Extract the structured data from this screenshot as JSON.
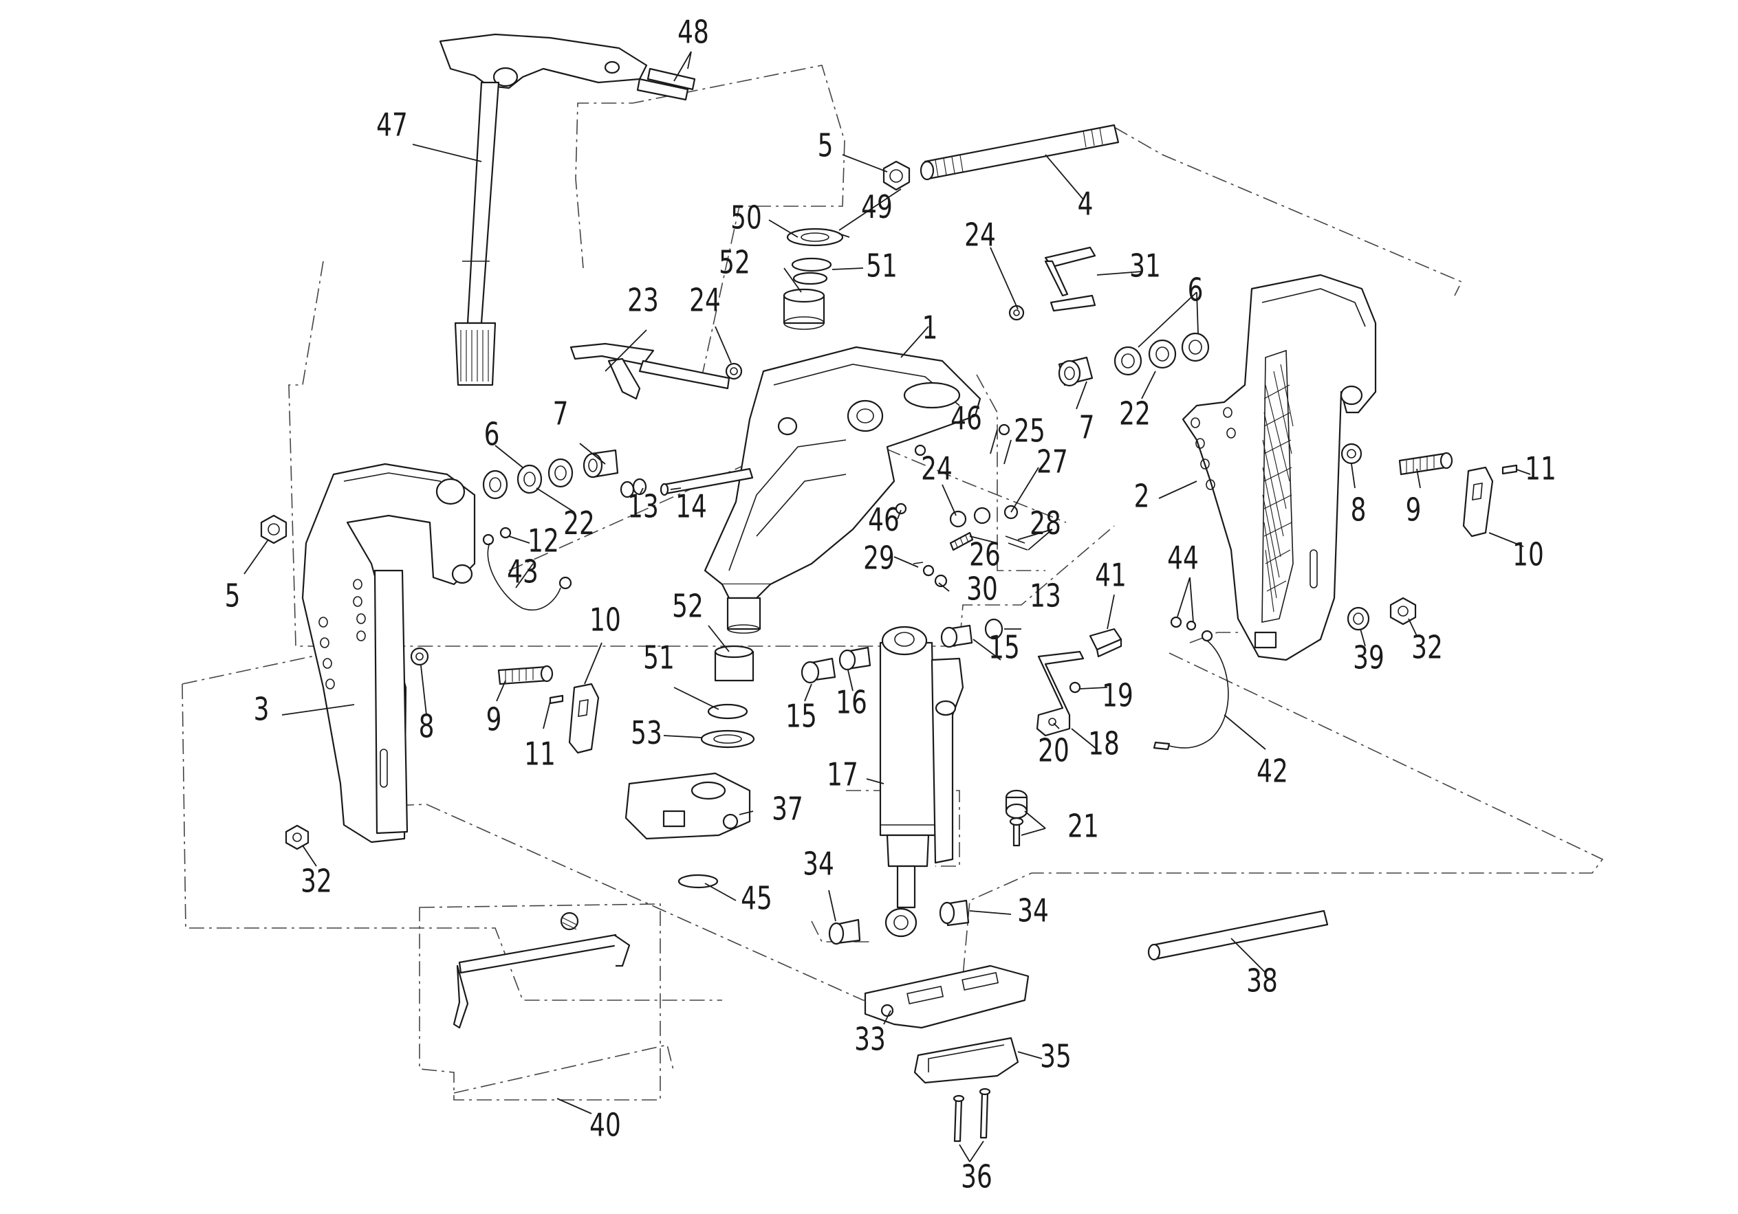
{
  "diagram": {
    "colors": {
      "line": "#1a1a1a",
      "background": "#ffffff",
      "guide": "#444444"
    },
    "callouts": [
      {
        "id": "c48",
        "text": "48"
      },
      {
        "id": "c47",
        "text": "47"
      },
      {
        "id": "c5a",
        "text": "5"
      },
      {
        "id": "c49",
        "text": "49"
      },
      {
        "id": "c4",
        "text": "4"
      },
      {
        "id": "c50",
        "text": "50"
      },
      {
        "id": "c52a",
        "text": "52"
      },
      {
        "id": "c51a",
        "text": "51"
      },
      {
        "id": "c24a",
        "text": "24"
      },
      {
        "id": "c31",
        "text": "31"
      },
      {
        "id": "c6a",
        "text": "6"
      },
      {
        "id": "c23",
        "text": "23"
      },
      {
        "id": "c24b",
        "text": "24"
      },
      {
        "id": "c1",
        "text": "1"
      },
      {
        "id": "c7a",
        "text": "7"
      },
      {
        "id": "c22a",
        "text": "22"
      },
      {
        "id": "c46a",
        "text": "46"
      },
      {
        "id": "c25",
        "text": "25"
      },
      {
        "id": "c7b",
        "text": "7"
      },
      {
        "id": "c6b",
        "text": "6"
      },
      {
        "id": "c24c",
        "text": "24"
      },
      {
        "id": "c27",
        "text": "27"
      },
      {
        "id": "c13a",
        "text": "13"
      },
      {
        "id": "c14",
        "text": "14"
      },
      {
        "id": "c22b",
        "text": "22"
      },
      {
        "id": "c12",
        "text": "12"
      },
      {
        "id": "c46b",
        "text": "46"
      },
      {
        "id": "c26",
        "text": "26"
      },
      {
        "id": "c28",
        "text": "28"
      },
      {
        "id": "c2",
        "text": "2"
      },
      {
        "id": "c8a",
        "text": "8"
      },
      {
        "id": "c9a",
        "text": "9"
      },
      {
        "id": "c11a",
        "text": "11"
      },
      {
        "id": "c10a",
        "text": "10"
      },
      {
        "id": "c5b",
        "text": "5"
      },
      {
        "id": "c43",
        "text": "43"
      },
      {
        "id": "c29",
        "text": "29"
      },
      {
        "id": "c30",
        "text": "30"
      },
      {
        "id": "c44",
        "text": "44"
      },
      {
        "id": "c41",
        "text": "41"
      },
      {
        "id": "c13b",
        "text": "13"
      },
      {
        "id": "c10b",
        "text": "10"
      },
      {
        "id": "c52b",
        "text": "52"
      },
      {
        "id": "c15a",
        "text": "15"
      },
      {
        "id": "c39",
        "text": "39"
      },
      {
        "id": "c32a",
        "text": "32"
      },
      {
        "id": "c3",
        "text": "3"
      },
      {
        "id": "c8b",
        "text": "8"
      },
      {
        "id": "c9b",
        "text": "9"
      },
      {
        "id": "c51b",
        "text": "51"
      },
      {
        "id": "c15b",
        "text": "15"
      },
      {
        "id": "c16",
        "text": "16"
      },
      {
        "id": "c19",
        "text": "19"
      },
      {
        "id": "c11b",
        "text": "11"
      },
      {
        "id": "c53",
        "text": "53"
      },
      {
        "id": "c20",
        "text": "20"
      },
      {
        "id": "c18",
        "text": "18"
      },
      {
        "id": "c42",
        "text": "42"
      },
      {
        "id": "c17",
        "text": "17"
      },
      {
        "id": "c37",
        "text": "37"
      },
      {
        "id": "c21",
        "text": "21"
      },
      {
        "id": "c32b",
        "text": "32"
      },
      {
        "id": "c34a",
        "text": "34"
      },
      {
        "id": "c45",
        "text": "45"
      },
      {
        "id": "c34b",
        "text": "34"
      },
      {
        "id": "c38",
        "text": "38"
      },
      {
        "id": "c33",
        "text": "33"
      },
      {
        "id": "c35",
        "text": "35"
      },
      {
        "id": "c40",
        "text": "40"
      },
      {
        "id": "c36",
        "text": "36"
      }
    ]
  }
}
